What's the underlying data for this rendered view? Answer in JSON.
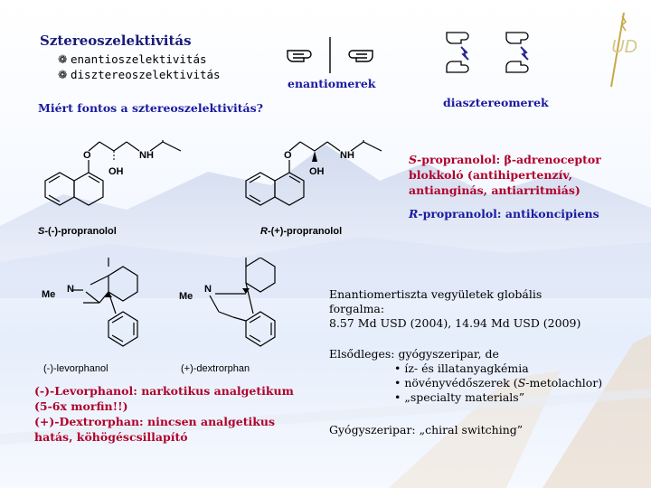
{
  "title": "Sztereoszelektivitás",
  "bullets": [
    "enantioszelektivitás",
    "disztereoszelektivitás"
  ],
  "bullet_glyph": "❁",
  "enantiomerek_label": "enantiomerek",
  "diasztereomerek_label": "diasztereomerek",
  "question": "Miért fontos a sztereoszelektivitás?",
  "mol1": {
    "o": "O",
    "oh": "OH",
    "nh": "NH",
    "caption_prefix": "S",
    "caption_rest": "-(-)-propranolol"
  },
  "mol2": {
    "o": "O",
    "oh": "OH",
    "nh": "NH",
    "caption_prefix": "R",
    "caption_rest": "-(+)-propranolol"
  },
  "s_prop": {
    "prefix": "S",
    "line1": "-propranolol: β-adrenoceptor",
    "line2": "blokkoló (antihipertenzív,",
    "line3": "antianginás, antiarritmiás)"
  },
  "r_prop": {
    "prefix": "R",
    "text": "-propranolol: antikoncipiens"
  },
  "mol3": {
    "me": "Me",
    "n": "N",
    "caption": "(-)-levorphanol"
  },
  "mol4": {
    "me": "Me",
    "n": "N",
    "caption": "(+)-dextrorphan"
  },
  "levo": {
    "line1": "(-)-Levorphanol: narkotikus analgetikum",
    "line2": "(5-6x morfin!!)",
    "line3": "(+)-Dextrorphan: nincsen analgetikus",
    "line4": "hatás, köhögéscsillapító"
  },
  "market": {
    "line1": "Enantiomertiszta vegyületek globális",
    "line2": "forgalma:",
    "line3": "8.57 Md USD (2004), 14.94 Md USD (2009)"
  },
  "elsodleges": {
    "head": "Elsődleges: gyógyszeripar, de",
    "b1": "• íz- és illatanyagkémia",
    "b2a": "• növényvédőszerek (",
    "b2s": "S",
    "b2b": "-metolachlor)",
    "b3": "• „specialty materials”"
  },
  "chiral": "Gyógyszeripar: „chiral switching”",
  "logo": "UD",
  "colors": {
    "title": "#1a1a7a",
    "blue": "#1a1aa0",
    "red": "#b0002a"
  }
}
